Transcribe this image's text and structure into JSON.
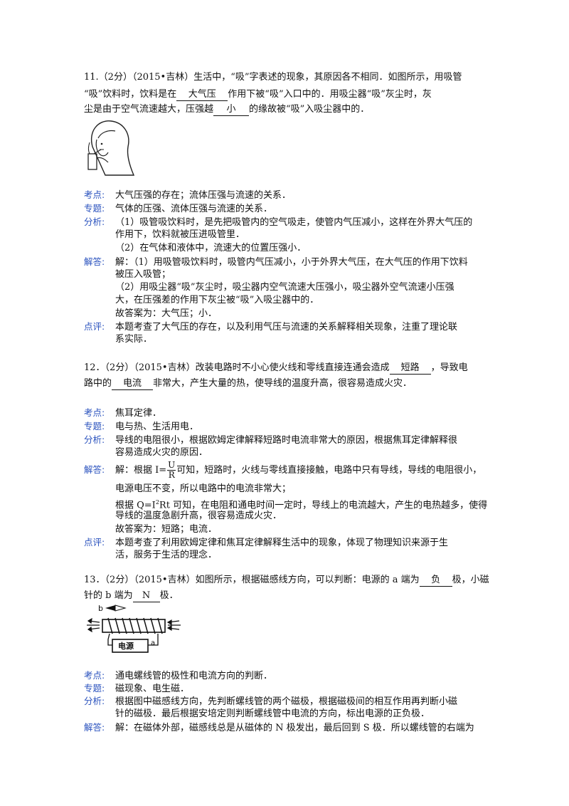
{
  "q11": {
    "l1_a": "11.（2分）（2015•吉林）生活中，“吸”字表述的现象，其原因各不相同．如图所示，用吸管",
    "l2_a": "“吸”饮料时，饮料是在",
    "blank1": "大气压",
    "l2_b": "作用下被“吸”入口中的．用吸尘器“吸”灰尘时，灰",
    "l3_a": "尘是由于空气流速越大，压强越",
    "blank2": "小",
    "l3_b": "的缘故被“吸”入吸尘器中的．",
    "kd_label": "考点:",
    "kd": "大气压强的存在；流体压强与流速的关系．",
    "zt_label": "专题:",
    "zt": "气体的压强、流体压强与流速的关系．",
    "fx_label": "分析:",
    "fx1": "（1）吸管吸饮料时，是先把吸管内的空气吸走，使管内气压减小，这样在外界大气压的",
    "fx2": "作用下，饮料就被压进吸管里．",
    "fx3": "（2）在气体和液体中，流速大的位置压强小．",
    "jd_label": "解答:",
    "jd1": "解：（1）用吸管吸饮料时，吸管内气压减小，小于外界大气压，在大气压的作用下饮料",
    "jd2": "被压入吸管；",
    "jd3": "（2）用吸尘器“吸”灰尘时，吸尘器内空气流速大压强小，吸尘器外空气流速小压强",
    "jd4": "大，在压强差的作用下灰尘被“吸”入吸尘器中的．",
    "jd5": "故答案为：大气压；小．",
    "dp_label": "点评:",
    "dp1": "本题考查了大气压的存在，以及利用气压与流速的关系解释相关现象，注重了理论联",
    "dp2": "系实际．"
  },
  "q12": {
    "l1_a": "12．（2分）（2015•吉林）改装电路时不小心使火线和零线直接连通会造成",
    "blank1": "短路",
    "l1_b": "，导致电",
    "l2_a": "路中的",
    "blank2": "电流",
    "l2_b": "非常大，产生大量的热，使导线的温度升高，很容易造成火灾．",
    "kd_label": "考点:",
    "kd": "焦耳定律．",
    "zt_label": "专题:",
    "zt": "电与热、生活用电．",
    "fx_label": "分析:",
    "fx1": "导线的电阻很小，根据欧姆定律解释短路时电流非常大的原因，根据焦耳定律解释很",
    "fx2": "容易造成火灾的原因．",
    "jd_label": "解答:",
    "jd1_a": "解：根据 I=",
    "frac_num": "U",
    "frac_den": "R",
    "jd1_b": "可知，短路时，火线与零线直接接触，电路中只有导线，导线的电阻很小，",
    "jd2": "电源电压不变，所以电路中的电流非常大；",
    "jd3_a": "根据 Q=I",
    "jd3_sup": "2",
    "jd3_b": "Rt 可知，在电阻和通电时间一定时，导线上的电流越大，产生的电热越多，使得",
    "jd4": "导线的温度急剧升高，很容易造成火灾．",
    "jd5": "故答案为：短路；电流．",
    "dp_label": "点评:",
    "dp1": "本题考查了利用欧姆定律和焦耳定律解释生活中的现象，体现了物理知识来源于生",
    "dp2": "活，服务于生活的理念．"
  },
  "q13": {
    "l1_a": "13．（2分）（2015•吉林）如图所示，根据磁感线方向，可以判断：电源的 a 端为",
    "blank1": "负",
    "l1_b": "极，小磁",
    "l2_a": "针的 b 端为",
    "blank2": "N",
    "l2_b": "极．",
    "fig_b": "b",
    "fig_a": "a",
    "fig_power": "电源",
    "kd_label": "考点:",
    "kd": "通电螺线管的极性和电流方向的判断．",
    "zt_label": "专题:",
    "zt": "磁现象、电生磁．",
    "fx_label": "分析:",
    "fx1": "根据图中磁感线方向，先判断螺线管的两个磁极，根据磁极间的相互作用再判断小磁",
    "fx2": "针的磁极．最后根据安培定则判断螺线管中电流的方向，标出电源的正负极．",
    "jd_label": "解答:",
    "jd1": "解：在磁体外部，磁感线总是从磁体的 N 极发出，最后回到 S 极．所以螺线管的右端为"
  }
}
